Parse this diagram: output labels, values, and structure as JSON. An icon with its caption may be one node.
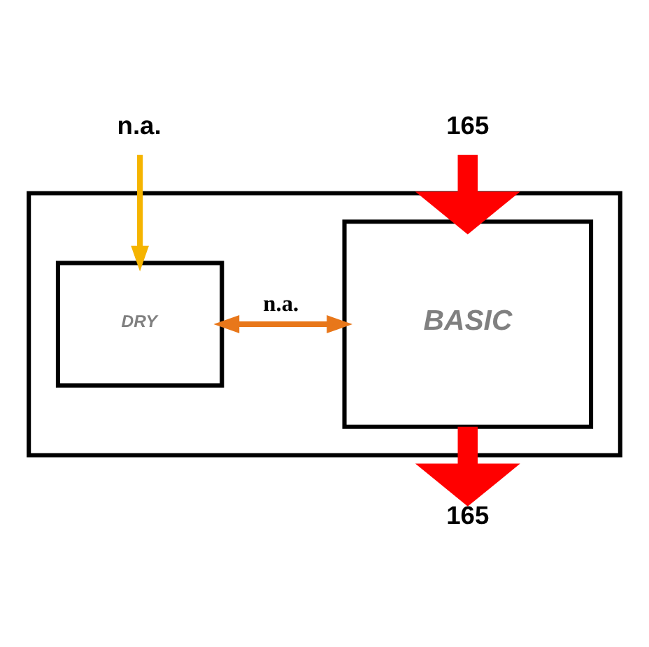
{
  "diagram": {
    "nodes": [
      {
        "text": [],
        "shape": "box"
      },
      {
        "text": [
          "DRY"
        ],
        "in": 0
      },
      {
        "text": [
          "BASIC"
        ],
        "in": 0
      },
      {
        "text": [
          "n.a."
        ]
      },
      {
        "text": [
          "165"
        ]
      },
      {
        "text": [
          "165"
        ]
      }
    ],
    "edges": [
      {
        "from": 3,
        "to": 1,
        "arrow": "to",
        "color": "#f5b400"
      },
      {
        "from": 4,
        "to": 2,
        "arrow": "to",
        "style": "thick"
      },
      {
        "from": 1,
        "to": 2,
        "arrow": "both",
        "label": "n.a.",
        "color": "#e8771a"
      },
      {
        "from": 2,
        "to": 5,
        "arrow": "to",
        "style": "thick"
      }
    ]
  }
}
